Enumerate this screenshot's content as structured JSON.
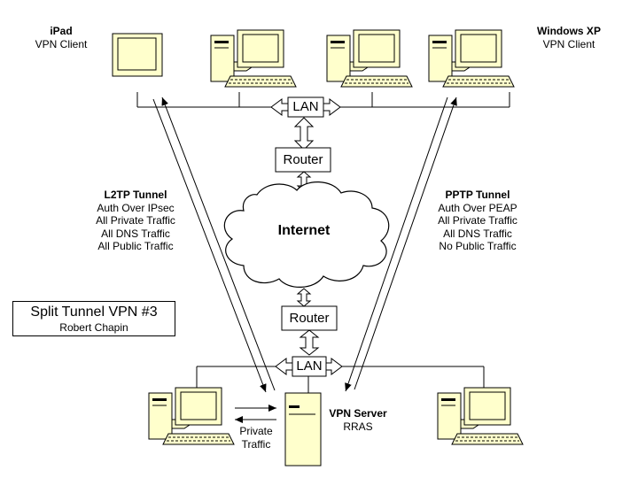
{
  "clients_top": {
    "ipad": {
      "name": "iPad",
      "role": "VPN Client"
    },
    "winxp": {
      "name": "Windows XP",
      "role": "VPN Client"
    }
  },
  "network": {
    "lan_top": "LAN",
    "router_top": "Router",
    "internet": "Internet",
    "router_bottom": "Router",
    "lan_bottom": "LAN"
  },
  "tunnels": {
    "l2tp": {
      "name": "L2TP Tunnel",
      "lines": [
        "Auth Over IPsec",
        "All Private Traffic",
        "All DNS Traffic",
        "All Public Traffic"
      ]
    },
    "pptp": {
      "name": "PPTP Tunnel",
      "lines": [
        "Auth Over PEAP",
        "All Private Traffic",
        "All DNS Traffic",
        "No Public Traffic"
      ]
    }
  },
  "title": {
    "main": "Split Tunnel VPN #3",
    "author": "Robert Chapin"
  },
  "server": {
    "name": "VPN Server",
    "role": "RRAS"
  },
  "private_traffic": {
    "line1": "Private",
    "line2": "Traffic"
  },
  "colors": {
    "device_fill": "#ffffcc",
    "stroke": "#000000",
    "background": "#ffffff"
  }
}
